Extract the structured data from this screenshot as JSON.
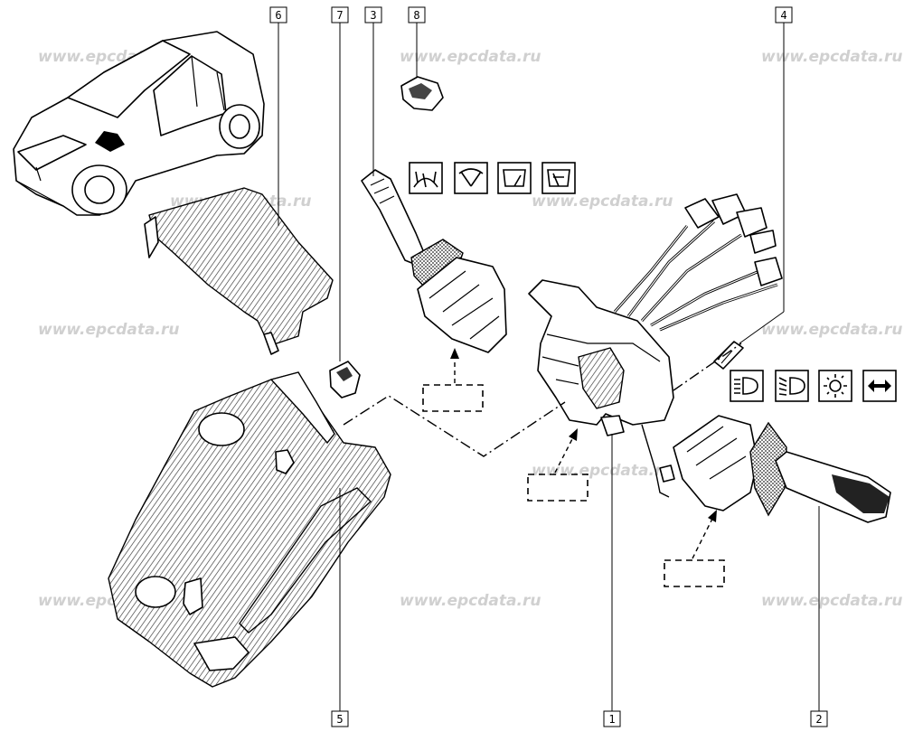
{
  "watermark": "www.epcdata.ru",
  "callouts": [
    {
      "id": "1",
      "label": "1"
    },
    {
      "id": "2",
      "label": "2"
    },
    {
      "id": "3",
      "label": "3"
    },
    {
      "id": "4",
      "label": "4"
    },
    {
      "id": "5",
      "label": "5"
    },
    {
      "id": "6",
      "label": "6"
    },
    {
      "id": "7",
      "label": "7"
    },
    {
      "id": "8",
      "label": "8"
    }
  ],
  "symbols": {
    "wiper": [
      "front-wiper-icon",
      "wiper-sweep-icon",
      "rear-window-icon",
      "rear-wiper-icon"
    ],
    "lighting": [
      "headlight-icon",
      "fog-light-icon",
      "sidelight-icon",
      "turn-signal-icon"
    ]
  }
}
